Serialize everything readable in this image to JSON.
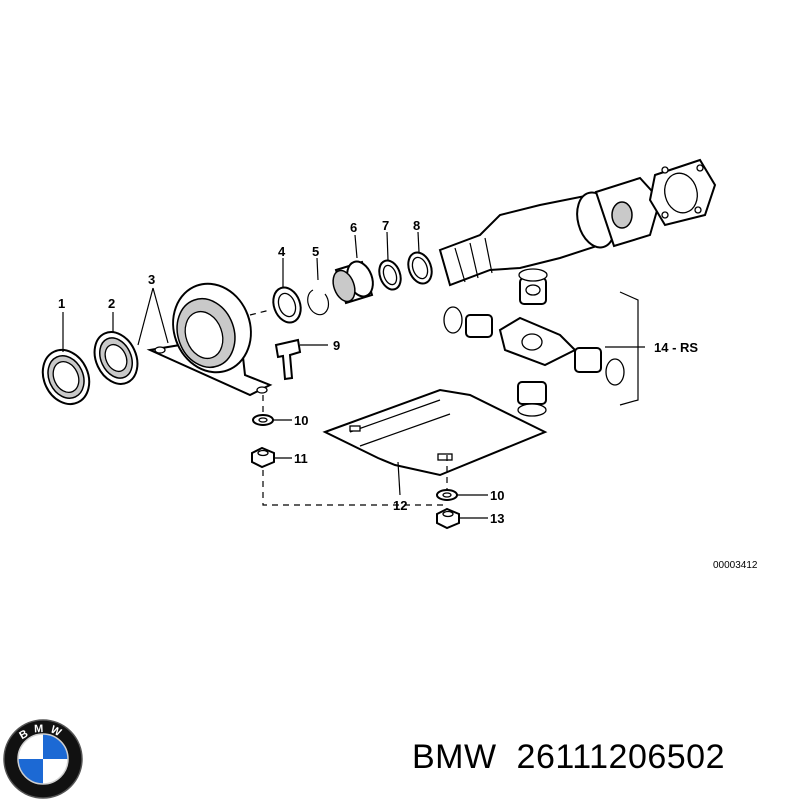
{
  "callouts": {
    "c1": "1",
    "c2": "2",
    "c3": "3",
    "c4": "4",
    "c5": "5",
    "c6": "6",
    "c7": "7",
    "c8": "8",
    "c9": "9",
    "c10a": "10",
    "c11": "11",
    "c12": "12",
    "c10b": "10",
    "c13": "13",
    "c14": "14 - RS"
  },
  "drawing_code": "00003412",
  "logo": {
    "icon": "bmw-roundel-logo",
    "text": "BMW",
    "colors": {
      "blue": "#1c69d4",
      "white": "#ffffff",
      "ring": "#111111"
    }
  },
  "caption": {
    "brand": "BMW",
    "part_number": "26111206502"
  }
}
